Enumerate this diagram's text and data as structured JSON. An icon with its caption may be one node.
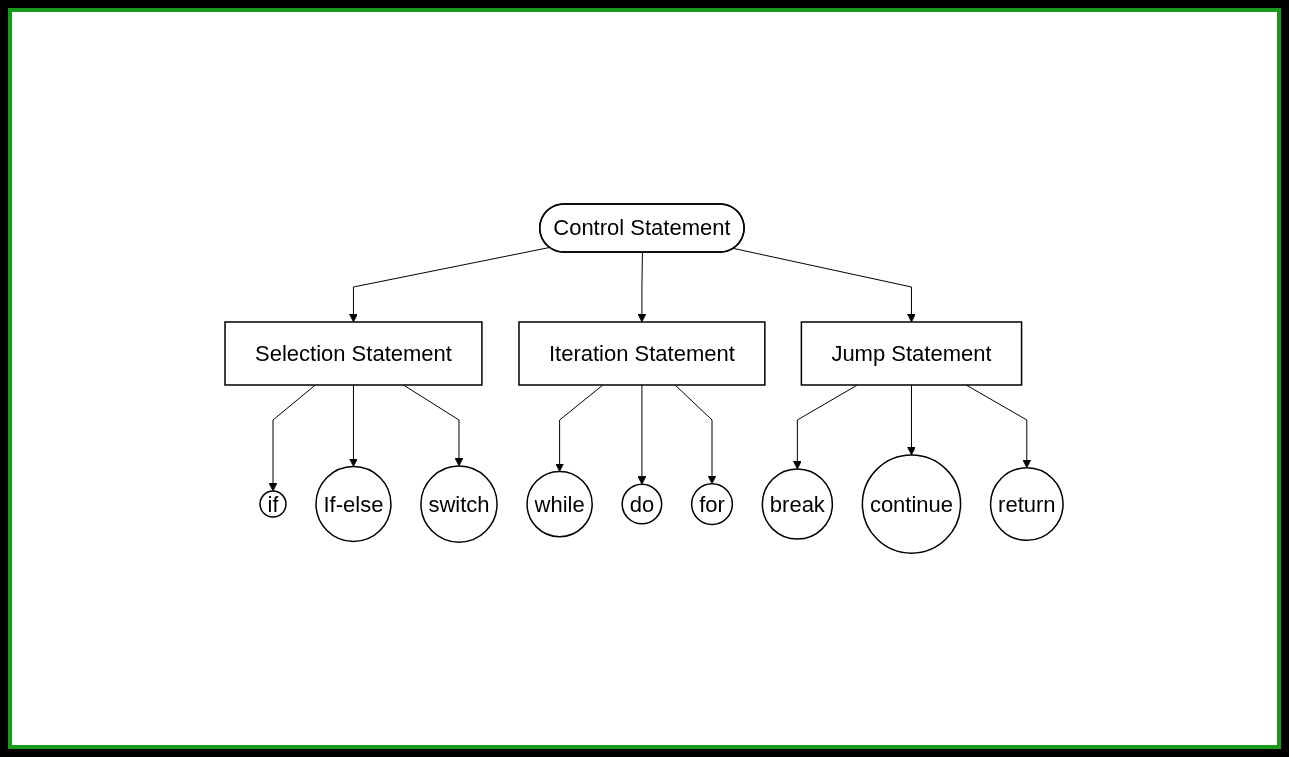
{
  "diagram": {
    "nodes": [
      {
        "text": [
          "Control Statement"
        ]
      },
      {
        "text": [
          "Selection Statement"
        ]
      },
      {
        "text": [
          "Iteration Statement"
        ]
      },
      {
        "text": [
          "Jump Statement"
        ]
      },
      {
        "text": [
          "if"
        ]
      },
      {
        "text": [
          "If-else"
        ]
      },
      {
        "text": [
          "switch"
        ]
      },
      {
        "text": [
          "while"
        ]
      },
      {
        "text": [
          "do"
        ]
      },
      {
        "text": [
          "for"
        ]
      },
      {
        "text": [
          "break"
        ]
      },
      {
        "text": [
          "continue"
        ]
      },
      {
        "text": [
          "return"
        ]
      }
    ],
    "edges": [
      {
        "from": 0,
        "to": 1,
        "arrow": "to"
      },
      {
        "from": 0,
        "to": 2,
        "arrow": "to"
      },
      {
        "from": 0,
        "to": 3,
        "arrow": "to"
      },
      {
        "from": 1,
        "to": 4,
        "arrow": "to"
      },
      {
        "from": 1,
        "to": 5,
        "arrow": "to"
      },
      {
        "from": 1,
        "to": 6,
        "arrow": "to"
      },
      {
        "from": 2,
        "to": 7,
        "arrow": "to"
      },
      {
        "from": 2,
        "to": 8,
        "arrow": "to"
      },
      {
        "from": 2,
        "to": 9,
        "arrow": "to"
      },
      {
        "from": 3,
        "to": 10,
        "arrow": "to"
      },
      {
        "from": 3,
        "to": 11,
        "arrow": "to"
      },
      {
        "from": 3,
        "to": 12,
        "arrow": "to"
      }
    ]
  }
}
